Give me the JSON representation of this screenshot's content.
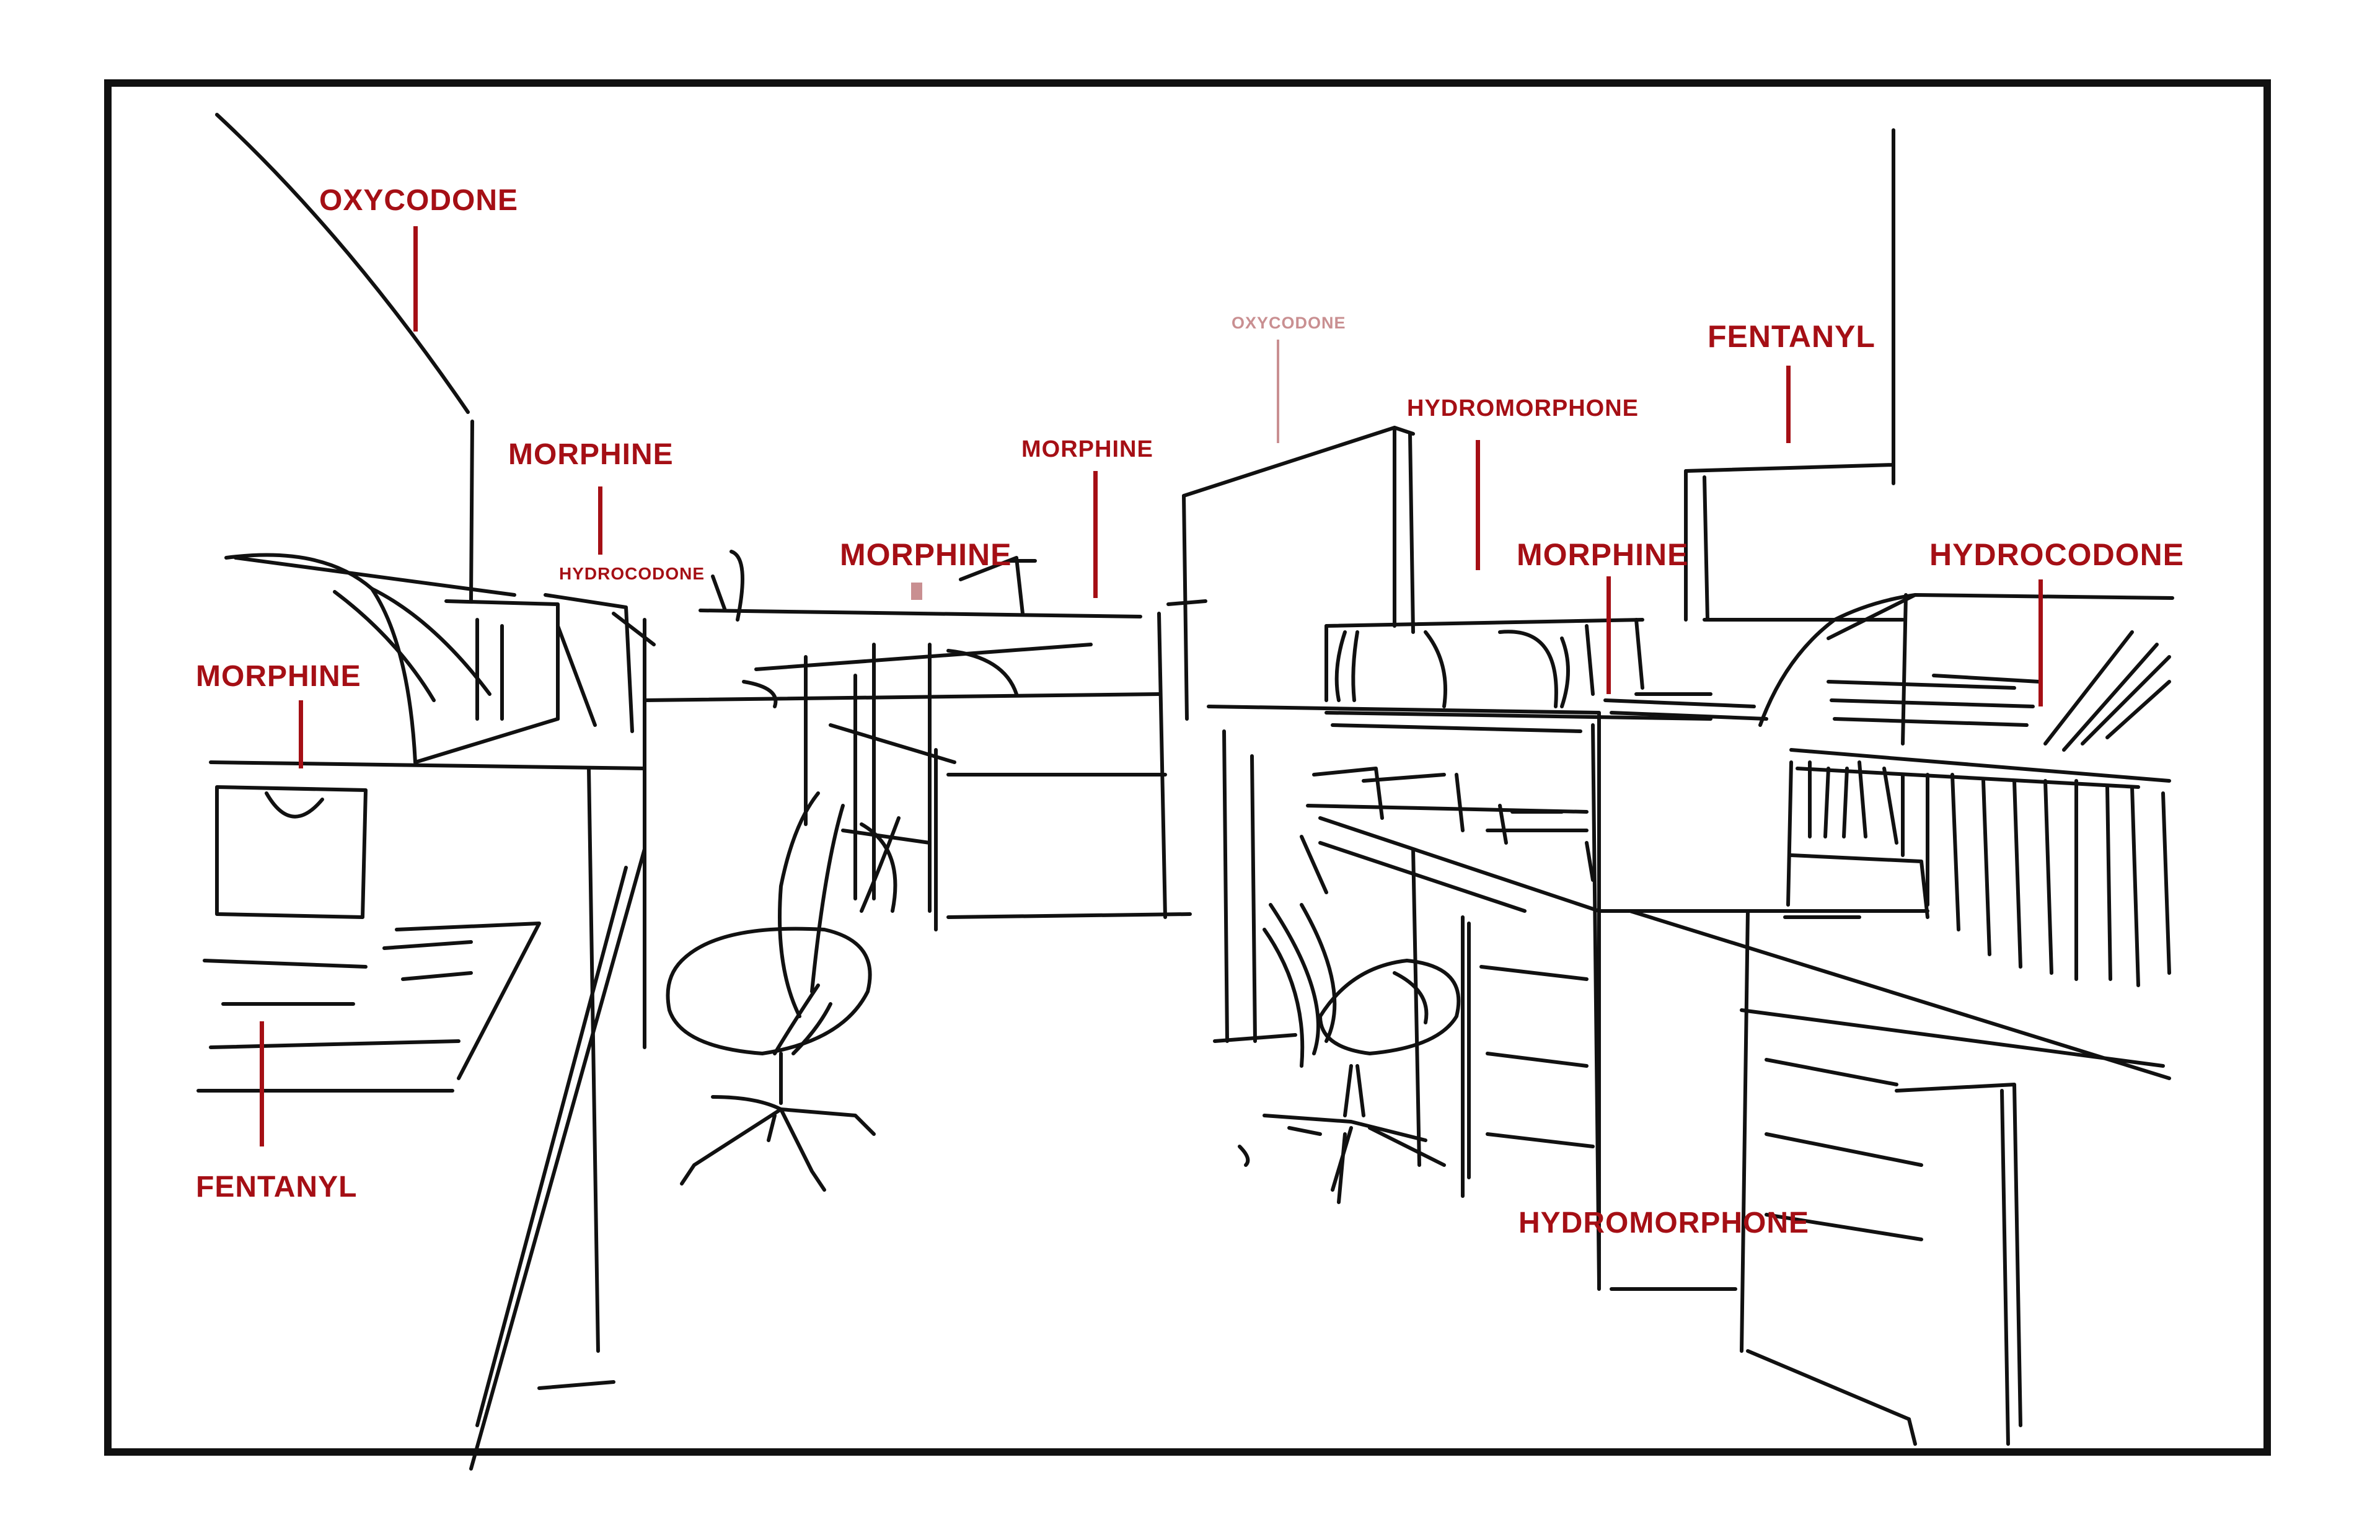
{
  "colors": {
    "frame": "#111111",
    "ink": "#111111",
    "label": "#a50f15",
    "label_faint": "#c98f91"
  },
  "labels": [
    {
      "text": "OXYCODONE"
    },
    {
      "text": "MORPHINE"
    },
    {
      "text": "HYDROCODONE"
    },
    {
      "text": "MORPHINE"
    },
    {
      "text": "MORPHINE"
    },
    {
      "text": "OXYCODONE"
    },
    {
      "text": "HYDROMORPHONE"
    },
    {
      "text": "FENTANYL"
    },
    {
      "text": "MORPHINE"
    },
    {
      "text": "HYDROCODONE"
    },
    {
      "text": "MORPHINE"
    },
    {
      "text": "FENTANYL"
    },
    {
      "text": "HYDROMORPHONE"
    }
  ]
}
